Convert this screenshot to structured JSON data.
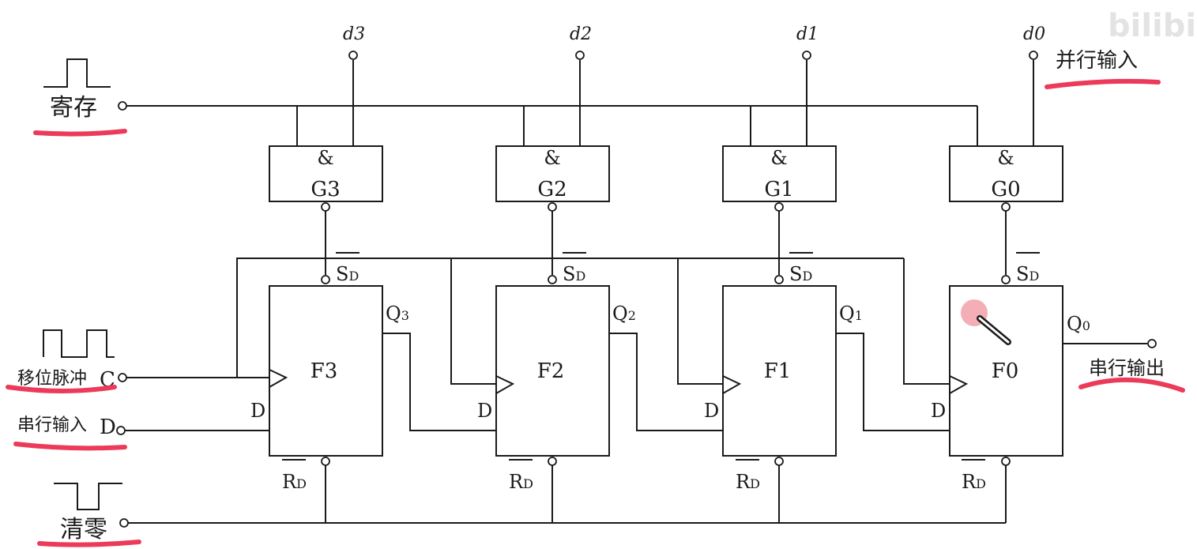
{
  "watermark": "bilibili",
  "parallel_inputs": {
    "d3": "d3",
    "d2": "d2",
    "d1": "d1",
    "d0": "d0"
  },
  "labels": {
    "parallel_input": "并行输入",
    "store": "寄存",
    "shift_pulse": "移位脉冲",
    "shift_pulse_pin": "C",
    "serial_input": "串行输入",
    "serial_input_pin": "D",
    "clear": "清零",
    "serial_output": "串行输出"
  },
  "gates": [
    {
      "symbol": "&",
      "name": "G3"
    },
    {
      "symbol": "&",
      "name": "G2"
    },
    {
      "symbol": "&",
      "name": "G1"
    },
    {
      "symbol": "&",
      "name": "G0"
    }
  ],
  "flipflops": [
    {
      "name": "F3",
      "q": "Q",
      "q_sub": "3",
      "d": "D",
      "sd": "S",
      "sd_sub": "D",
      "rd": "R",
      "rd_sub": "D"
    },
    {
      "name": "F2",
      "q": "Q",
      "q_sub": "2",
      "d": "D",
      "sd": "S",
      "sd_sub": "D",
      "rd": "R",
      "rd_sub": "D"
    },
    {
      "name": "F1",
      "q": "Q",
      "q_sub": "1",
      "d": "D",
      "sd": "S",
      "sd_sub": "D",
      "rd": "R",
      "rd_sub": "D"
    },
    {
      "name": "F0",
      "q": "Q",
      "q_sub": "0",
      "d": "D",
      "sd": "S",
      "sd_sub": "D",
      "rd": "R",
      "rd_sub": "D"
    }
  ],
  "colors": {
    "ink": "#1a1a1a",
    "highlight": "#ec3b5a",
    "cursor_dot": "#f2a0a8"
  },
  "icons": {
    "pointer": "pen-cursor-icon"
  }
}
